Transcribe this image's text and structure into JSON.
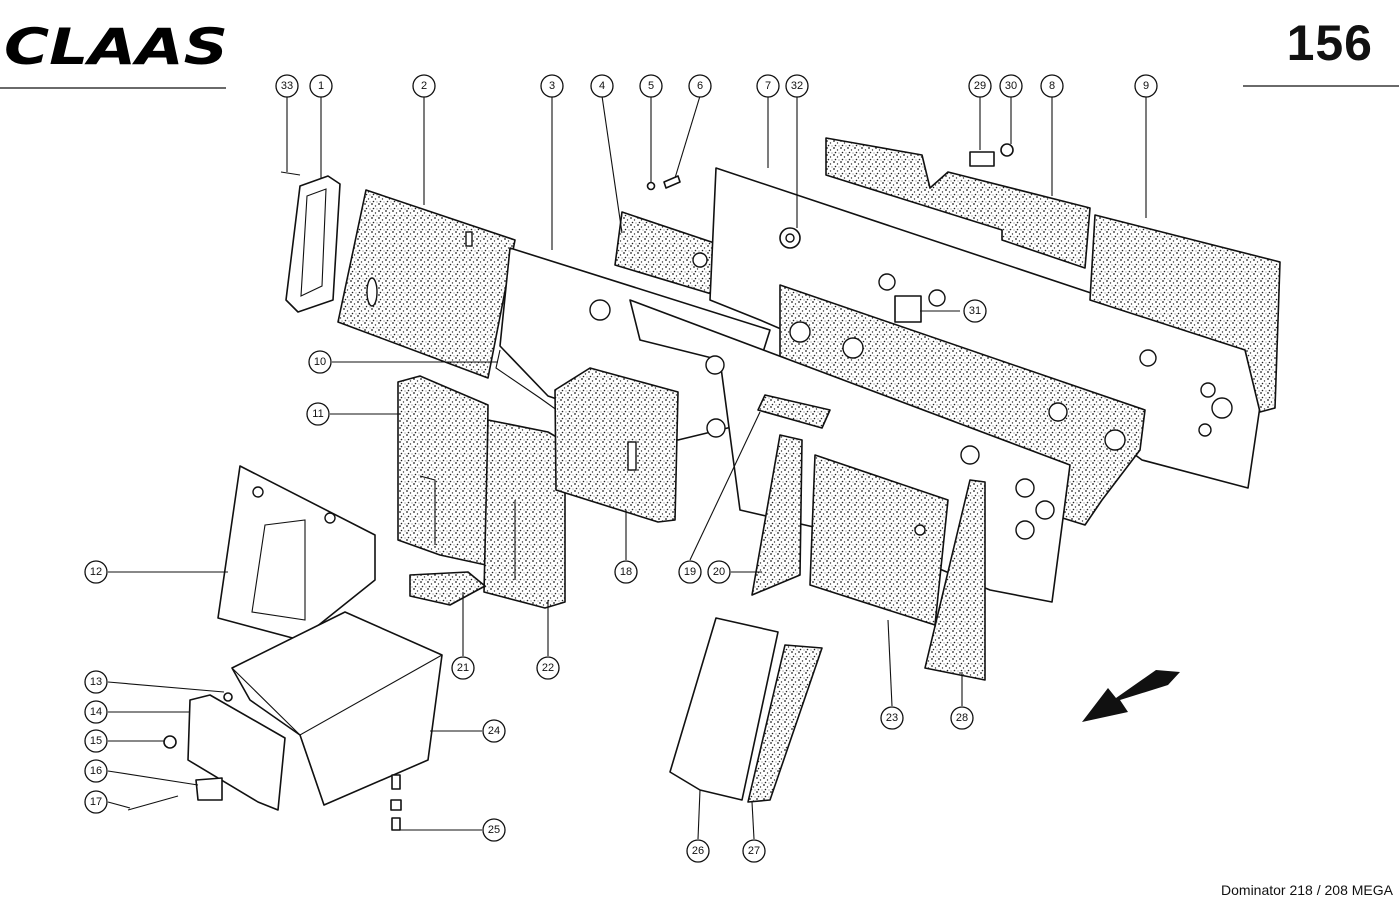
{
  "header": {
    "brand_logo": "CLAAS",
    "page_number": "156"
  },
  "footer": {
    "model": "Dominator 218 / 208 MEGA"
  },
  "callouts": [
    "1",
    "2",
    "3",
    "4",
    "5",
    "6",
    "7",
    "8",
    "9",
    "10",
    "11",
    "12",
    "13",
    "14",
    "15",
    "16",
    "17",
    "18",
    "19",
    "20",
    "21",
    "22",
    "23",
    "24",
    "25",
    "26",
    "27",
    "28",
    "29",
    "30",
    "31",
    "32",
    "33"
  ],
  "icons": {
    "direction_arrow": "arrow-down-left-icon"
  }
}
